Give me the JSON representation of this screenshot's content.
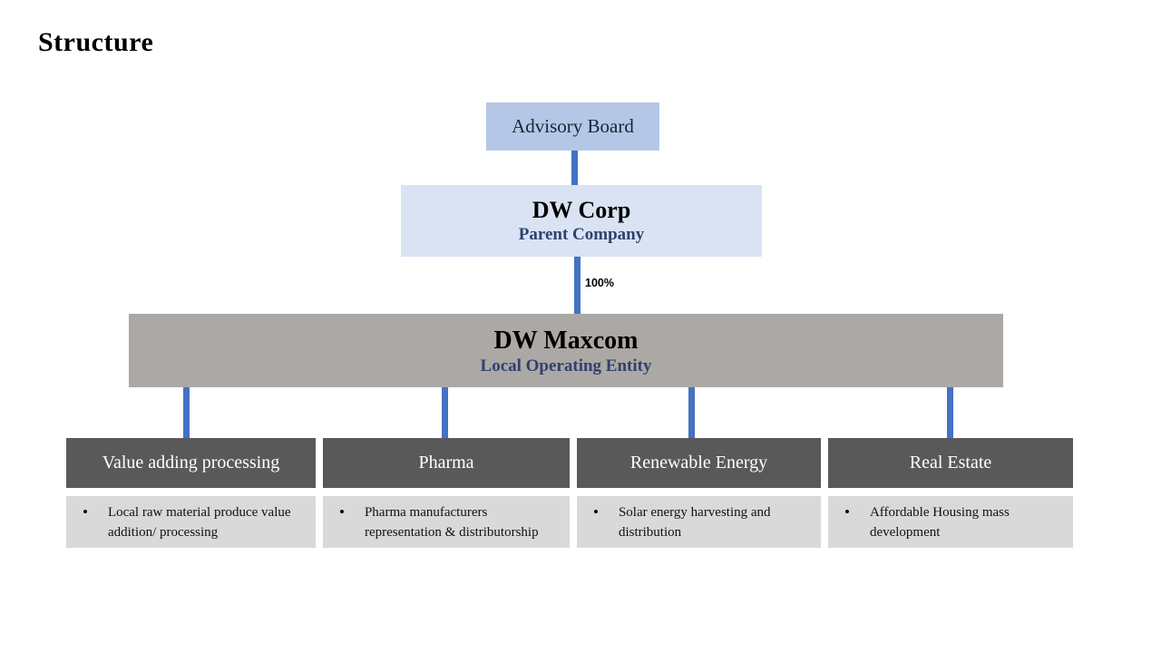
{
  "title": "Structure",
  "advisory": {
    "label": "Advisory Board"
  },
  "parent": {
    "name": "DW Corp",
    "subtitle": "Parent Company"
  },
  "ownership": "100%",
  "operating": {
    "name": "DW Maxcom",
    "subtitle": "Local Operating Entity"
  },
  "divisions": [
    {
      "label": "Value adding processing",
      "bullet": "•",
      "description": "Local raw material produce value addition/ processing"
    },
    {
      "label": "Pharma",
      "bullet": "•",
      "description": "Pharma manufacturers representation & distributorship"
    },
    {
      "label": "Renewable Energy",
      "bullet": "•",
      "description": "Solar energy harvesting and distribution"
    },
    {
      "label": "Real Estate",
      "bullet": "•",
      "description": "Affordable Housing mass development"
    }
  ],
  "colors": {
    "connector": "#4472c4",
    "advisory_fill": "#b4c7e7",
    "parent_fill": "#dae3f3",
    "operating_fill": "#aca8a5",
    "division_fill": "#595959",
    "description_fill": "#d9d9d9",
    "subtitle_text": "#2f416e"
  }
}
